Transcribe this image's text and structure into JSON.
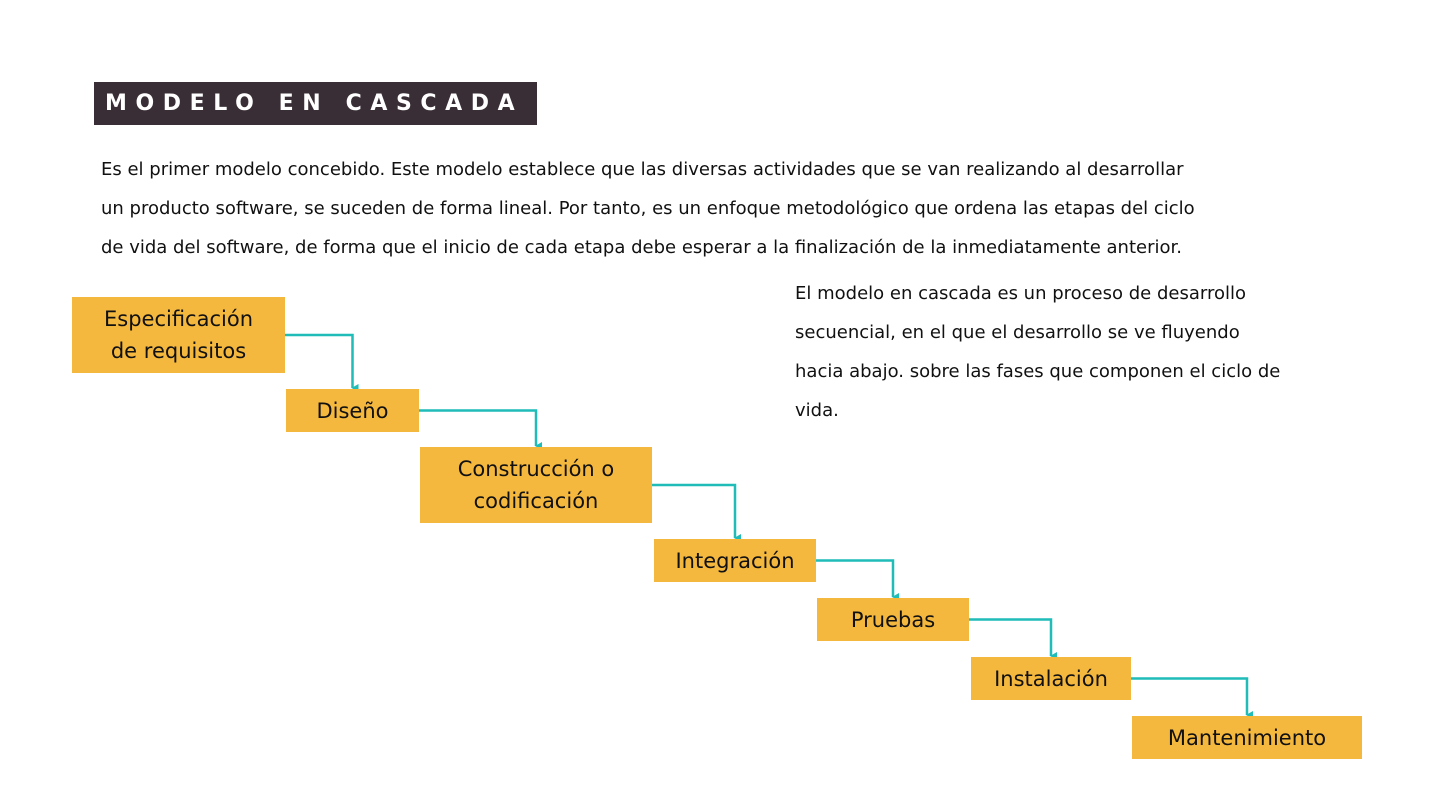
{
  "title": "MODELO EN CASCADA",
  "intro_lines": [
    "Es el primer modelo concebido. Este modelo establece que las diversas actividades que se van realizando al desarrollar",
    "un producto software, se suceden de forma lineal. Por tanto, es un enfoque metodológico que ordena las etapas del ciclo",
    "de vida del software, de forma que el inicio de cada etapa debe esperar a la finalización de la inmediatamente anterior."
  ],
  "side_lines": [
    "El modelo en cascada es un proceso de desarrollo",
    "secuencial, en el que el desarrollo se ve fluyendo",
    "hacia abajo. sobre las fases que componen el ciclo de",
    "vida."
  ],
  "phases": [
    "Especificación\nde requisitos",
    "Diseño",
    "Construcción o\ncodificación",
    "Integración",
    "Pruebas",
    "Instalación",
    "Mantenimiento"
  ],
  "colors": {
    "title_bg": "#3a2e36",
    "phase_fill": "#f5b83f",
    "connector": "#1fbcb8"
  }
}
